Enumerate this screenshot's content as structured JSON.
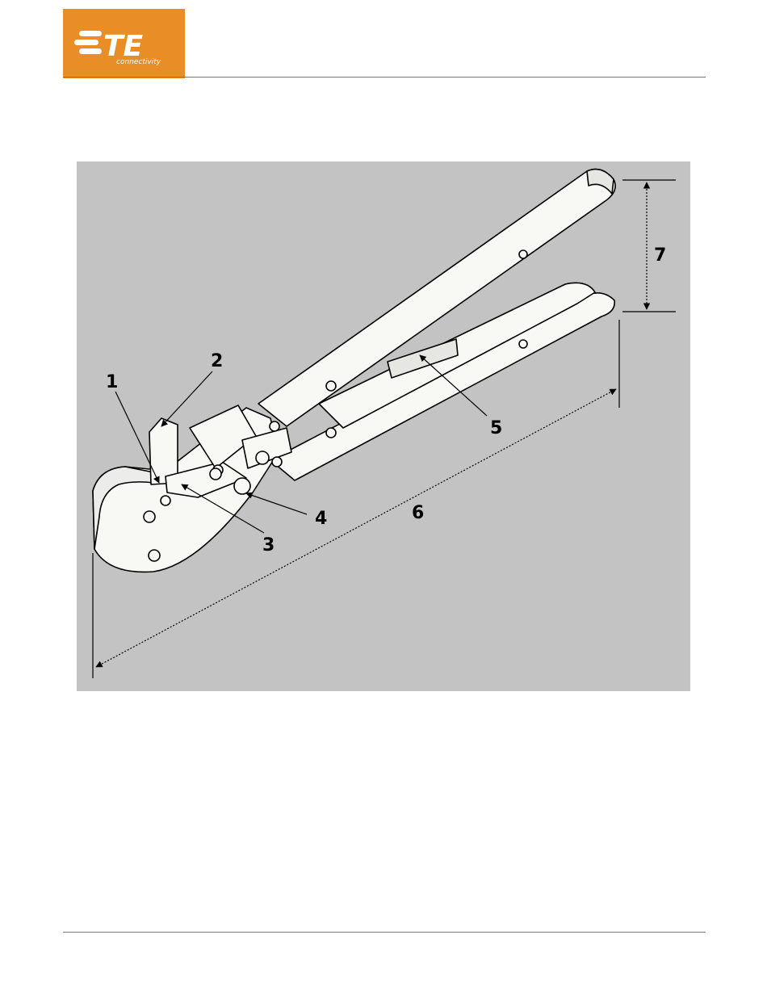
{
  "header": {
    "logo": {
      "mark": "TE",
      "subtitle": "connectivity",
      "background_color": "#e98d26",
      "text_color": "#ffffff"
    }
  },
  "figure": {
    "background_color": "#c3c3c3",
    "line_color": "#000000",
    "tool_fill": "#f8f8f4",
    "callouts": [
      "1",
      "2",
      "3",
      "4",
      "5",
      "6",
      "7"
    ]
  }
}
